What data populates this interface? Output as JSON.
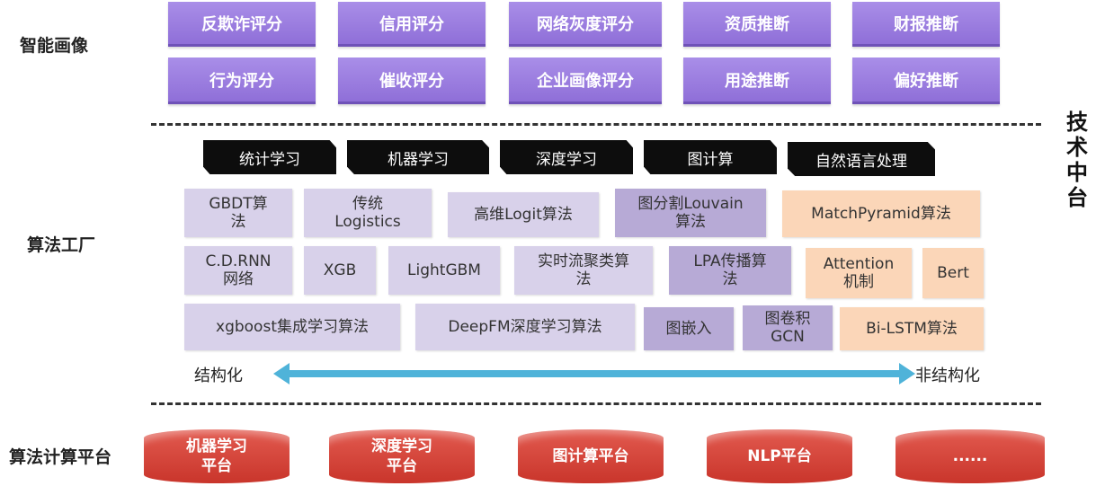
{
  "top_caption": "",
  "side_title": [
    "技",
    "术",
    "中",
    "台"
  ],
  "sections": {
    "portrait": "智能画像",
    "factory": "算法工厂",
    "platform": "算法计算平台"
  },
  "portrait_row1": [
    "反欺诈评分",
    "信用评分",
    "网络灰度评分",
    "资质推断",
    "财报推断"
  ],
  "portrait_row2": [
    "行为评分",
    "催收评分",
    "企业画像评分",
    "用途推断",
    "偏好推断"
  ],
  "tabs": [
    "统计学习",
    "机器学习",
    "深度学习",
    "图计算",
    "自然语言处理"
  ],
  "algorithms": {
    "r1": [
      "GBDT算\n法",
      "传统\nLogistics",
      "高维Logit算法",
      "图分割Louvain\n算法",
      "MatchPyramid算法"
    ],
    "r2": [
      "C.D.RNN\n网络",
      "XGB",
      "LightGBM",
      "实时流聚类算\n法",
      "LPA传播算\n法",
      "Attention\n机制",
      "Bert"
    ],
    "r3": [
      "xgboost集成学习算法",
      "DeepFM深度学习算法",
      "图嵌入",
      "图卷积\nGCN",
      "Bi-LSTM算法"
    ]
  },
  "arrow": {
    "left": "结构化",
    "right": "非结构化",
    "color": "#4fb3d9"
  },
  "platforms": [
    "机器学习\n平台",
    "深度学习\n平台",
    "图计算平台",
    "NLP平台",
    "......"
  ],
  "colors": {
    "purple": "#9b7fe0",
    "lavender": "#d8d1ea",
    "peach": "#fbd6b8",
    "red": "#d9443a",
    "black_tab": "#0d0d0d"
  }
}
